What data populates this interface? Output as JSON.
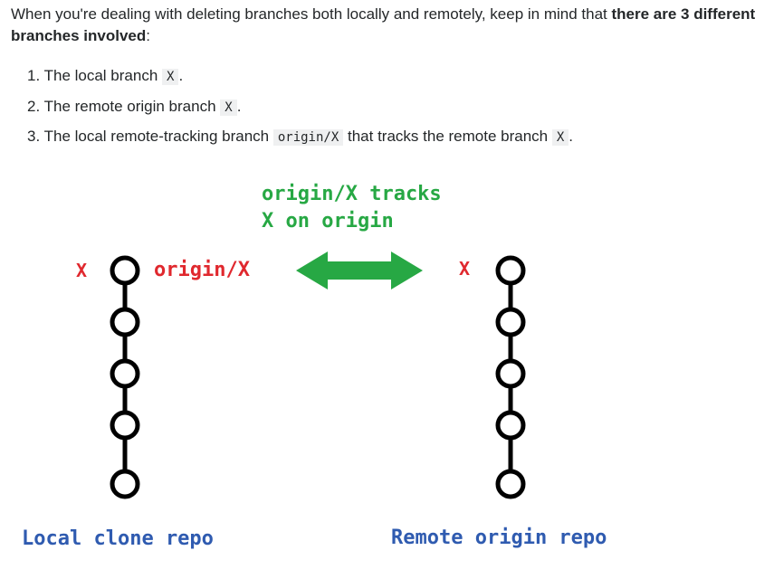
{
  "intro": {
    "text_before": "When you're dealing with deleting branches both locally and remotely, keep in mind that ",
    "bold": "there are 3 different branches involved",
    "text_after": ":"
  },
  "steps": [
    {
      "number": "1.",
      "before": "The local branch ",
      "code": "X",
      "after": "."
    },
    {
      "number": "2.",
      "before": "The remote origin branch ",
      "code": "X",
      "after": "."
    },
    {
      "number": "3.",
      "before": "The local remote-tracking branch ",
      "code": "origin/X",
      "after": " that tracks the remote branch ",
      "code2": "X",
      "after2": "."
    }
  ],
  "diagram": {
    "caption_line1": "origin/X tracks",
    "caption_line2": "X on origin",
    "local_branch_label": "X",
    "local_tracking_label": "origin/X",
    "remote_branch_label": "X",
    "local_repo_label": "Local clone repo",
    "remote_repo_label": "Remote origin repo",
    "colors": {
      "green": "#27a844",
      "red": "#e0282e",
      "blue": "#2f5bb0",
      "arrow": "#27a844",
      "commit": "#000000"
    }
  }
}
